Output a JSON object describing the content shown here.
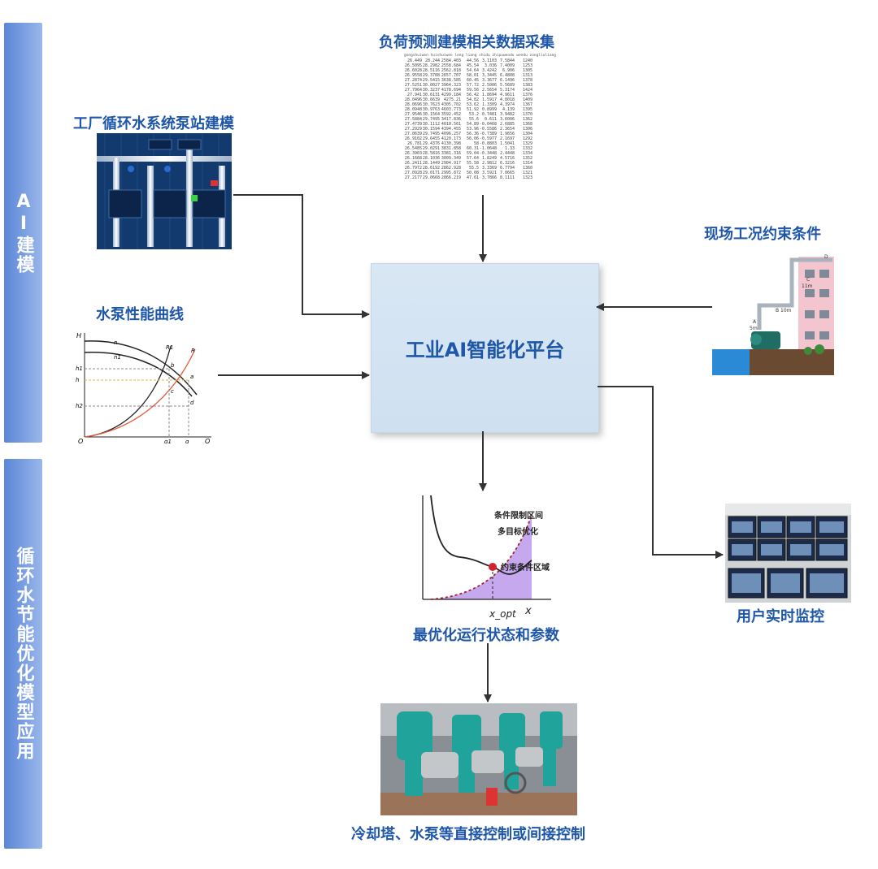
{
  "sidebar": {
    "top_label": "AI建模",
    "bottom_label": "循环水节能优化模型应用"
  },
  "labels": {
    "data_collection": "负荷预测建模相关数据采集",
    "pump_station": "工厂循环水系统泵站建模",
    "pump_curve": "水泵性能曲线",
    "site_constraints": "现场工况约束条件",
    "platform": "工业AI智能化平台",
    "optimal_state": "最优化运行状态和参数",
    "monitoring": "用户实时监控",
    "control": "冷却塔、水泵等直接控制或间接控制"
  },
  "data_table": {
    "headers": [
      "gongshuiwen",
      "huishuiwen",
      "leng liang",
      "shidu",
      "zhipuwendu",
      "wendu",
      "zongliuliang"
    ],
    "rows": [
      [
        "26.449",
        "28.244",
        "2584.403",
        "44.56",
        "3.1103",
        "7.5844",
        "1240"
      ],
      [
        "26.5095",
        "28.2982",
        "2558.684",
        "45.54",
        "3.036",
        "7.4009",
        "1253"
      ],
      [
        "26.6028",
        "28.5116",
        "2562.818",
        "54.64",
        "3.4242",
        "6.906",
        "1305"
      ],
      [
        "26.9558",
        "29.3788",
        "2657.707",
        "58.01",
        "3.3445",
        "6.4808",
        "1313"
      ],
      [
        "27.2874",
        "29.5415",
        "3638.585",
        "60.45",
        "3.3677",
        "6.1496",
        "1378"
      ],
      [
        "27.5251",
        "30.0027",
        "3964.323",
        "57.72",
        "2.5006",
        "5.5689",
        "1383"
      ],
      [
        "27.7964",
        "30.3237",
        "4178.694",
        "59.56",
        "2.5654",
        "5.3174",
        "1424"
      ],
      [
        "27.941",
        "30.6131",
        "4299.184",
        "56.42",
        "1.8694",
        "4.9611",
        "1376"
      ],
      [
        "28.0496",
        "30.6639",
        "4275.21",
        "54.82",
        "1.5917",
        "4.8018",
        "1409"
      ],
      [
        "28.0696",
        "30.7623",
        "4305.702",
        "53.62",
        "1.3309",
        "4.3974",
        "1367"
      ],
      [
        "28.0948",
        "30.9763",
        "4603.773",
        "51.92",
        "0.8999",
        "4.139",
        "1395"
      ],
      [
        "27.9546",
        "30.1564",
        "3592.452",
        "53.2",
        "0.7481",
        "3.9482",
        "1370"
      ],
      [
        "27.5884",
        "29.7495",
        "3417.836",
        "55.6",
        "0.611",
        "3.6006",
        "1362"
      ],
      [
        "27.4739",
        "30.1112",
        "4010.561",
        "54.89",
        "-0.0468",
        "2.6885",
        "1368"
      ],
      [
        "27.2929",
        "30.1594",
        "4394.455",
        "53.96",
        "-0.5586",
        "2.3654",
        "1306"
      ],
      [
        "27.0639",
        "29.7495",
        "4096.257",
        "56.36",
        "-0.7389",
        "1.9656",
        "1304"
      ],
      [
        "26.9102",
        "29.6455",
        "4120.173",
        "56.06",
        "-0.5977",
        "2.1697",
        "1292"
      ],
      [
        "26.781",
        "29.4376",
        "4130.398",
        "58",
        "-0.8803",
        "1.5041",
        "1329"
      ],
      [
        "26.5485",
        "29.0291",
        "3831.858",
        "60.31",
        "-1.0648",
        "1.33",
        "1332"
      ],
      [
        "26.3903",
        "28.5816",
        "3381.316",
        "59.04",
        "-0.3448",
        "2.4448",
        "1334"
      ],
      [
        "26.1668",
        "28.1036",
        "3009.349",
        "57.64",
        "1.8249",
        "4.5716",
        "1352"
      ],
      [
        "26.2411",
        "28.1449",
        "2904.917",
        "55.58",
        "2.9812",
        "6.3216",
        "1314"
      ],
      [
        "26.7972",
        "28.6192",
        "2862.928",
        "55.5",
        "3.3369",
        "6.7794",
        "1360"
      ],
      [
        "27.0928",
        "29.0171",
        "2995.872",
        "50.08",
        "3.5921",
        "7.0665",
        "1321"
      ],
      [
        "27.2177",
        "29.0668",
        "2866.219",
        "47.61",
        "3.7866",
        "8.1111",
        "1323"
      ]
    ]
  },
  "pump_curve": {
    "axis_y": "H",
    "axis_x": "Q",
    "origin": "O",
    "curve_labels": [
      "n",
      "n1",
      "R1",
      "R"
    ],
    "y_ticks": [
      "h1",
      "h",
      "h2"
    ],
    "x_ticks": [
      "q1",
      "q"
    ],
    "points": [
      "b",
      "a",
      "c",
      "d"
    ]
  },
  "optimization_chart": {
    "legend1": "条件限制区间",
    "legend2": "多目标优化",
    "legend3": "约束条件区域",
    "x_opt_label": "x_opt",
    "x_label": "x"
  },
  "site_diagram": {
    "labels": [
      "D",
      "C",
      "11m",
      "B 10m",
      "A",
      "5m"
    ]
  },
  "colors": {
    "primary_text": "#1f57a8",
    "sidebar": "#6f96dd",
    "platform_bg": "#d5e4f2",
    "arrow": "#333333",
    "purple_fill": "#c6a8ee"
  }
}
